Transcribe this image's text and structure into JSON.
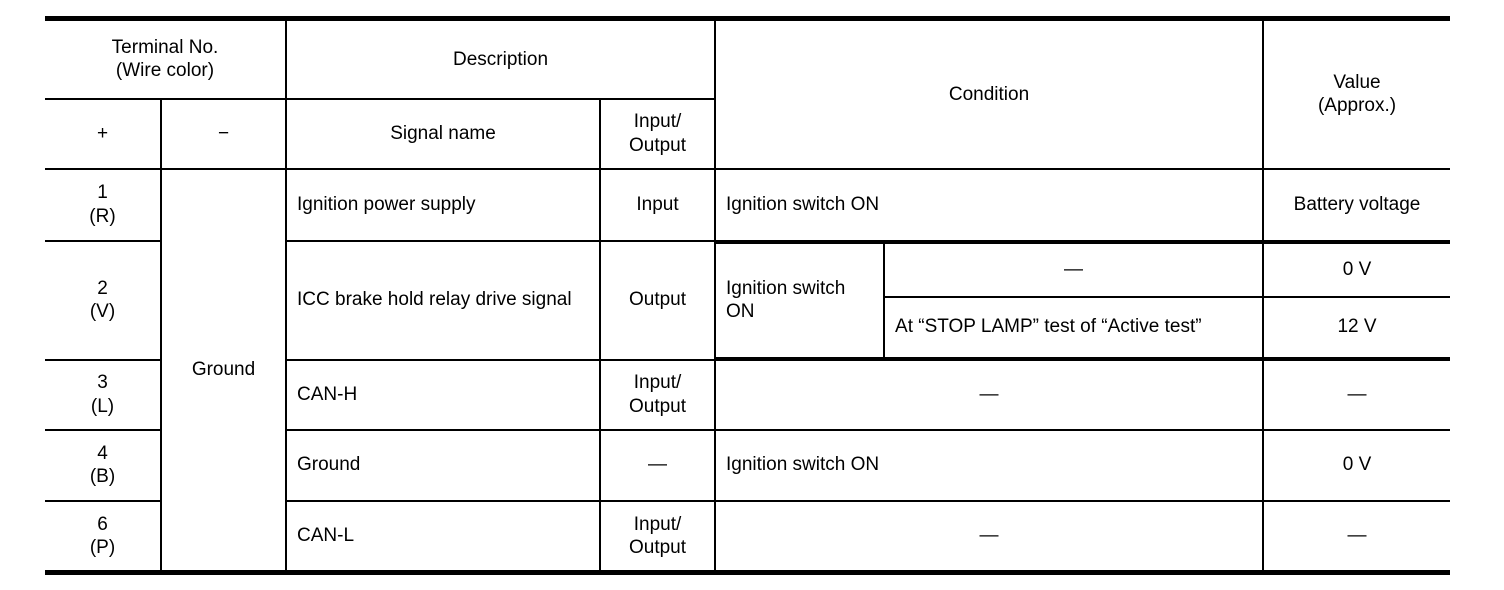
{
  "table": {
    "headers": {
      "terminal_no": "Terminal No.\n(Wire color)",
      "terminal_no_line1": "Terminal No.",
      "terminal_no_line2": "(Wire color)",
      "description": "Description",
      "condition": "Condition",
      "value_line1": "Value",
      "value_line2": "(Approx.)",
      "plus": "+",
      "minus": "−",
      "signal_name": "Signal name",
      "input_output_line1": "Input/",
      "input_output_line2": "Output"
    },
    "ground_cell": "Ground",
    "rows": [
      {
        "terminal": "1",
        "wire_color": "(R)",
        "signal_name": "Ignition power supply",
        "input_output": "Input",
        "condition": "Ignition switch ON",
        "condition_align": "left",
        "value": "Battery voltage",
        "split": false
      },
      {
        "terminal": "2",
        "wire_color": "(V)",
        "signal_name": "ICC brake hold relay drive signal",
        "input_output": "Output",
        "condition_prefix": "Ignition switch ON",
        "split": true,
        "sub_rows": [
          {
            "condition": "—",
            "condition_align": "center",
            "value": "0 V"
          },
          {
            "condition": "At “STOP LAMP” test of “Active test”",
            "condition_align": "left",
            "value": "12 V"
          }
        ]
      },
      {
        "terminal": "3",
        "wire_color": "(L)",
        "signal_name": "CAN-H",
        "input_output_line1": "Input/",
        "input_output_line2": "Output",
        "condition": "—",
        "condition_align": "center",
        "value": "—",
        "split": false
      },
      {
        "terminal": "4",
        "wire_color": "(B)",
        "signal_name": "Ground",
        "input_output": "—",
        "condition": "Ignition switch ON",
        "condition_align": "left",
        "value": "0 V",
        "split": false
      },
      {
        "terminal": "6",
        "wire_color": "(P)",
        "signal_name": "CAN-L",
        "input_output_line1": "Input/",
        "input_output_line2": "Output",
        "condition": "—",
        "condition_align": "center",
        "value": "—",
        "split": false
      }
    ]
  }
}
